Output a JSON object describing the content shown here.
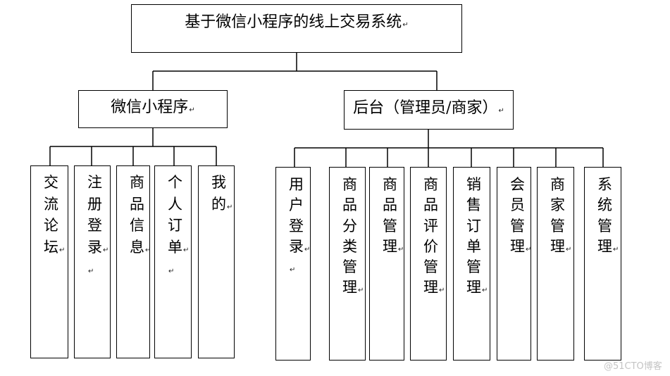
{
  "root": {
    "label": "基于微信小程序的线上交易系统↵"
  },
  "branches": [
    {
      "label": "微信小程序↵",
      "children": [
        {
          "label": "交流论坛↵"
        },
        {
          "label": "注册登录↵↵"
        },
        {
          "label": "商品信息↵"
        },
        {
          "label": "个人订单↵↵"
        },
        {
          "label": "我的↵"
        }
      ]
    },
    {
      "label": "后台（管理员/商家）↵",
      "children": [
        {
          "label": "用户登录↵↵"
        },
        {
          "label": "商品分类管理↵"
        },
        {
          "label": "商品管理↵"
        },
        {
          "label": "商品评价管理↵"
        },
        {
          "label": "销售订单管理↵"
        },
        {
          "label": "会员管理↵"
        },
        {
          "label": "商家管理↵"
        },
        {
          "label": "系统管理↵"
        }
      ]
    }
  ],
  "watermark": "@51CTO博客"
}
